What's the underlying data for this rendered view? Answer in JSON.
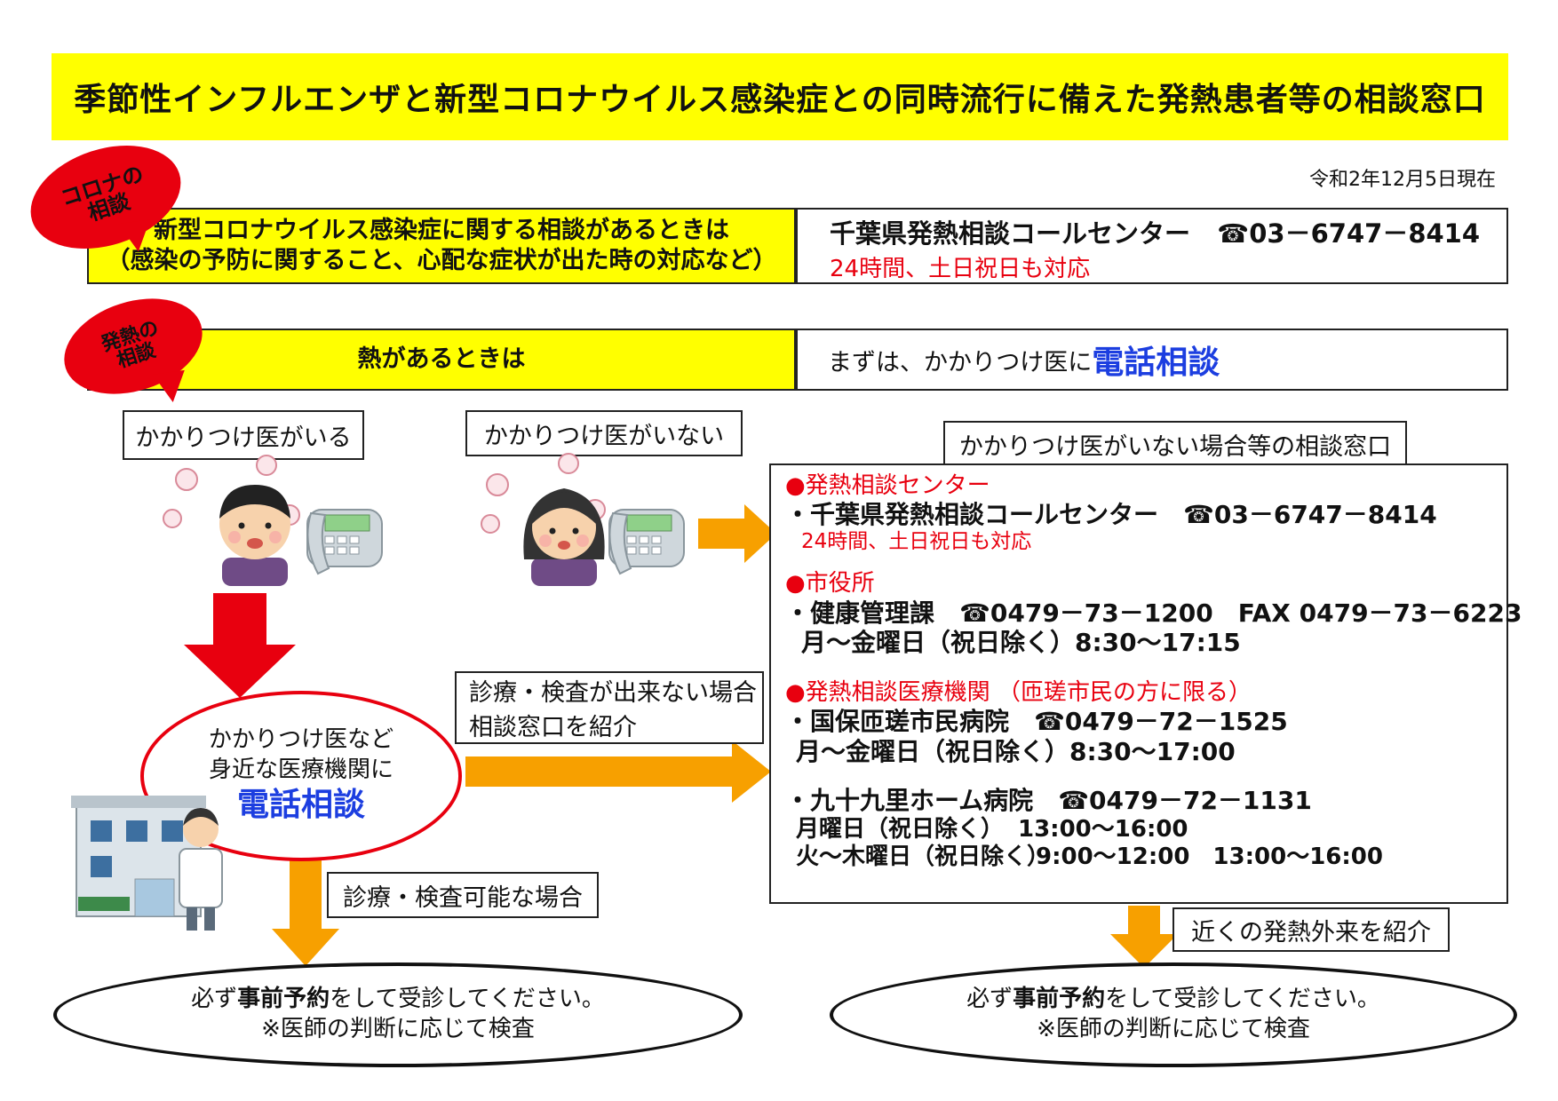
{
  "banner": {
    "title": "季節性インフルエンザと新型コロナウイルス感染症との同時流行に備えた発熱患者等の相談窓口"
  },
  "date": "令和2年12月5日現在",
  "corona": {
    "badge_line1": "コロナの",
    "badge_line2": "相談",
    "left_line1": "新型コロナウイルス感染症に関する相談があるときは",
    "left_line2": "（感染の予防に関すること、心配な症状が出た時の対応など）",
    "center_name": "千葉県発熱相談コールセンター",
    "phone": "☎03－6747－8414",
    "hours": "24時間、土日祝日も対応"
  },
  "fever": {
    "badge_line1": "発熱の",
    "badge_line2": "相談",
    "left": "熱があるときは",
    "right_prefix": "まずは、かかりつけ医に",
    "right_emph": "電話相談"
  },
  "labels": {
    "has_doctor": "かかりつけ医がいる",
    "no_doctor": "かかりつけ医がいない",
    "window_title": "かかりつけ医がいない場合等の相談窓口",
    "cannot_exam_1": "診療・検査が出来ない場合",
    "cannot_exam_2": "相談窓口を紹介",
    "can_exam": "診療・検査可能な場合",
    "nearby": "近くの発熱外来を紹介"
  },
  "doctor_oval": {
    "line1": "かかりつけ医など",
    "line2": "身近な医療機関に",
    "emph": "電話相談"
  },
  "window": {
    "s1_head": "●発熱相談センター",
    "s1_line1": "・千葉県発熱相談コールセンター　☎03－6747－8414",
    "s1_line2": "24時間、土日祝日も対応",
    "s2_head": "●市役所",
    "s2_line1": "・健康管理課　☎0479－73－1200　FAX 0479－73－6223",
    "s2_line2": "月～金曜日（祝日除く）8:30～17:15",
    "s3_head": "●発熱相談医療機関 （匝瑳市民の方に限る）",
    "s3_line1": "・国保匝瑳市民病院　☎0479－72－1525",
    "s3_line2": "月～金曜日（祝日除く）8:30～17:00",
    "s3_line3": "・九十九里ホーム病院　☎0479－72－1131",
    "s3_line4a": "月曜日（祝日除く）",
    "s3_line4b": "13:00～16:00",
    "s3_line5a": "火～木曜日（祝日除く）",
    "s3_line5b": "9:00～12:00　13:00～16:00"
  },
  "bottom": {
    "line1_pre": "必ず",
    "line1_emph": "事前予約",
    "line1_post": "をして受診してください。",
    "line2": "※医師の判断に応じて検査"
  },
  "colors": {
    "yellow": "#ffff00",
    "red": "#e8000f",
    "orange": "#f7a000",
    "blue": "#1c3ee0"
  }
}
